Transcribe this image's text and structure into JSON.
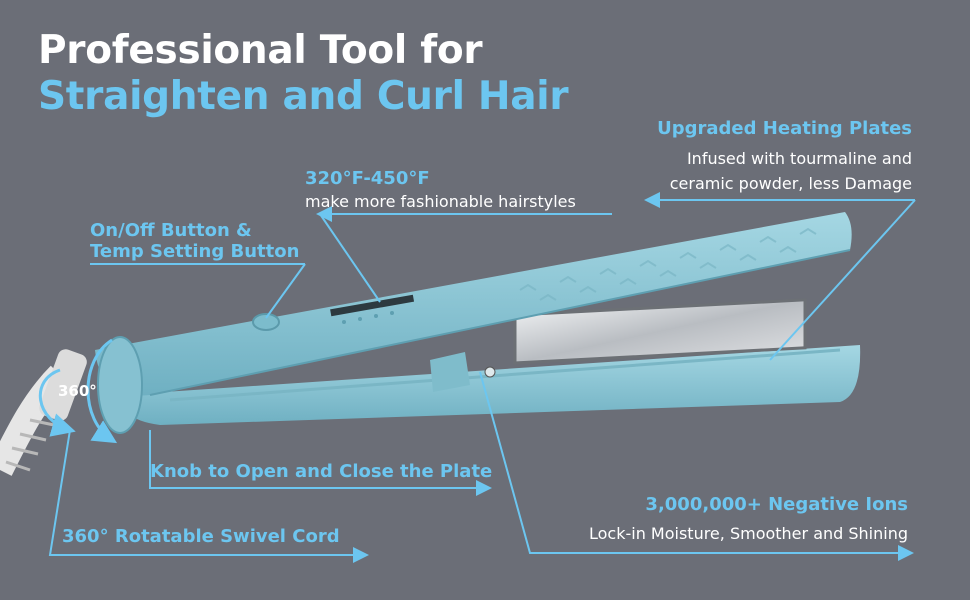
{
  "headline": {
    "line1": "Professional Tool for",
    "line2": "Straighten and Curl Hair"
  },
  "callouts": {
    "heating_plates": {
      "title": "Upgraded Heating Plates",
      "desc_line1": "Infused with tourmaline and",
      "desc_line2": "ceramic powder, less Damage"
    },
    "temperature": {
      "title": "320°F-450°F",
      "desc": "make more fashionable hairstyles"
    },
    "buttons": {
      "line1": "On/Off Button &",
      "line2": "Temp Setting Button"
    },
    "swivel_badge": "360°",
    "knob": "Knob to Open and Close the Plate",
    "cord": "360° Rotatable Swivel Cord",
    "ions": {
      "title": "3,000,000+ Negative Ions",
      "desc": "Lock-in Moisture, Smoother and Shining"
    }
  },
  "colors": {
    "background": "#6b6e77",
    "accent": "#6cc6f0",
    "device_body": "#8ec8d6",
    "plate": "#c9ccd0"
  }
}
